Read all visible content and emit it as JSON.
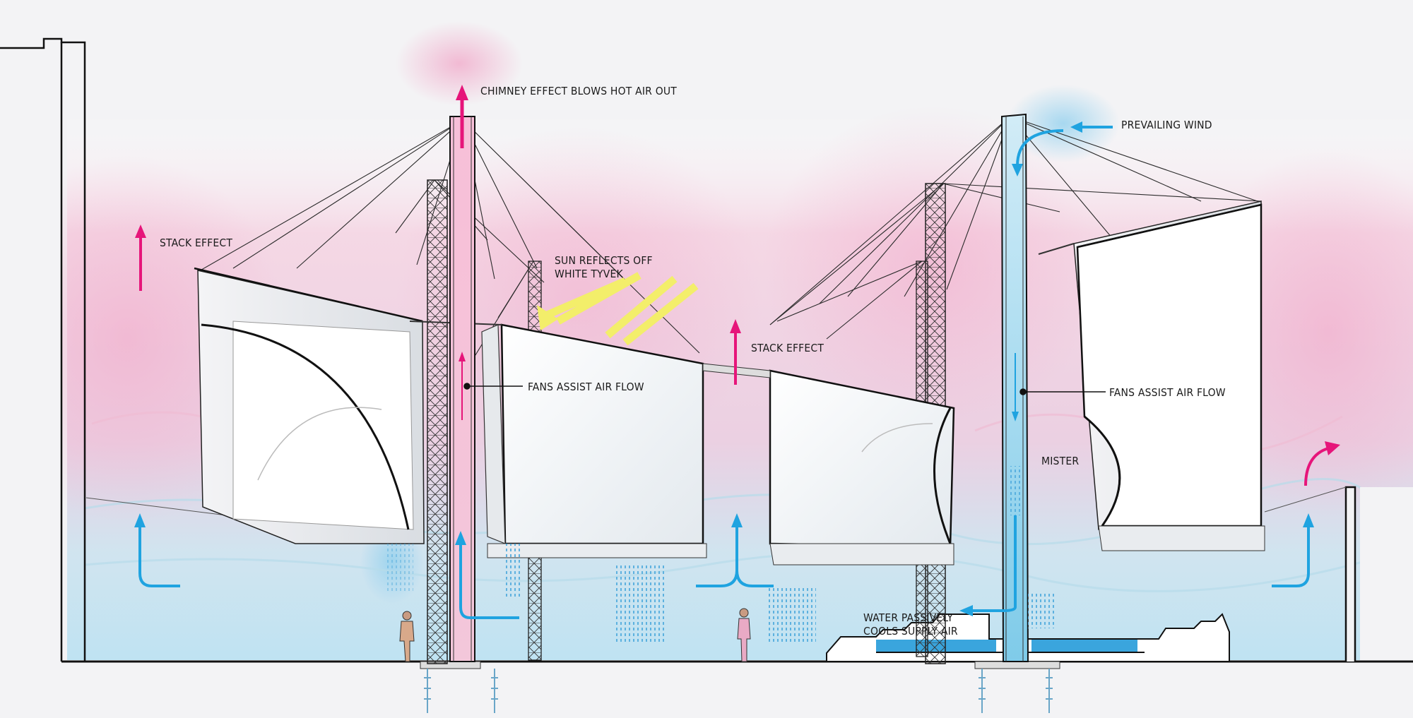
{
  "labels": {
    "chimney": "CHIMNEY EFFECT BLOWS HOT AIR OUT",
    "prevailing_wind": "PREVAILING WIND",
    "stack_left": "STACK EFFECT",
    "stack_center": "STACK EFFECT",
    "sun_line1": "SUN REFLECTS OFF",
    "sun_line2": "WHITE TYVEK",
    "fans_left": "FANS ASSIST AIR FLOW",
    "fans_right": "FANS ASSIST AIR FLOW",
    "mister": "MISTER",
    "water_line1": "WATER PASSIVELY",
    "water_line2": "COOLS SUPPLY AIR"
  },
  "colors": {
    "hot_air": "#e6157a",
    "cool_air": "#1fa3e0",
    "sun": "#f3ee6a",
    "water": "#3aa5dd",
    "ink": "#1b1b1b"
  }
}
